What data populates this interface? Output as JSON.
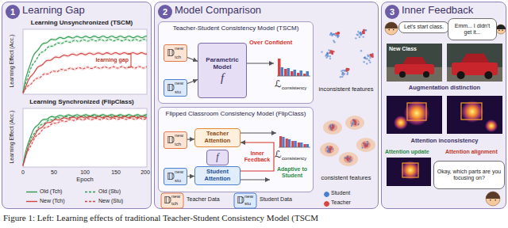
{
  "diagram": {
    "caption": "Figure 1: Left: Learning effects of traditional Teacher-Student Consistency Model (TSCM",
    "nodes": [
      {
        "text": [
          "Learning Gap"
        ]
      },
      {
        "text": [
          "1"
        ],
        "in": 0
      },
      {
        "text": [
          "Model Comparison"
        ]
      },
      {
        "text": [
          "2"
        ],
        "in": 2
      },
      {
        "text": [
          "Inner Feedback"
        ]
      },
      {
        "text": [
          "3"
        ],
        "in": 4
      },
      {
        "text": [
          "Teacher-Student Consistency Model (TSCM)"
        ],
        "in": 2
      },
      {
        "text": [
          "𝔻",
          "new",
          "tch"
        ],
        "in": 6
      },
      {
        "text": [
          "𝔻",
          "new",
          "stu"
        ],
        "in": 6
      },
      {
        "text": [
          "Parametric Model",
          "f"
        ],
        "in": 6
      },
      {
        "text": [
          "Flipped Classroom Consistency Model (FlipClass)"
        ],
        "in": 2
      },
      {
        "text": [
          "𝔻",
          "new",
          "tch"
        ],
        "in": 10
      },
      {
        "text": [
          "𝔻",
          "new",
          "stu"
        ],
        "in": 10
      },
      {
        "text": [
          "Teacher Attention"
        ],
        "in": 10
      },
      {
        "text": [
          "f"
        ],
        "in": 10
      },
      {
        "text": [
          "Student Attention"
        ],
        "in": 10
      },
      {
        "text": [
          "Let's start class."
        ],
        "in": 4
      },
      {
        "text": [
          "Emm... I didn't get it..."
        ],
        "in": 4
      },
      {
        "text": [
          "Okay, which parts are you focusing on?"
        ],
        "in": 4
      }
    ],
    "edges": [
      {
        "from": 7,
        "to": 9,
        "arrow": "to"
      },
      {
        "from": 8,
        "to": 9,
        "arrow": "to"
      },
      {
        "from": 11,
        "to": 13,
        "arrow": "to"
      },
      {
        "from": 12,
        "to": 15,
        "arrow": "to"
      },
      {
        "from": 15,
        "to": 13,
        "label": "Inner Feedback",
        "arrow": "to"
      }
    ],
    "labels": [
      "Learning Unsynchronized (TSCM)",
      "Learning Effect (Acc.)",
      "learning gap",
      "Learning Synchronized (FlipClass)",
      "Learning Effect (Acc.)",
      "0",
      "50",
      "100",
      "150",
      "200",
      "Epoch",
      "Over Confident",
      "ℒ",
      "consistency",
      "inconsistent features",
      "Adaptive to Student",
      "ℒ",
      "consistency",
      "consistent features",
      "𝔻",
      "new",
      "tch",
      "𝔻",
      "new",
      "stu",
      "New Class",
      "Augmentation distinction",
      "Attention inconsistency",
      "Attention update",
      "Attention alignment"
    ],
    "legend": [
      {
        "text": "Old (Tch)"
      },
      {
        "text": "Old (Stu)"
      },
      {
        "text": "New (Tch)"
      },
      {
        "text": "New (Stu)"
      },
      {
        "text": "Student",
        "color": "#4a7fcf"
      },
      {
        "text": "Teacher",
        "color": "#d64545"
      },
      {
        "text": "Teacher Data"
      },
      {
        "text": "Student Data"
      }
    ]
  }
}
